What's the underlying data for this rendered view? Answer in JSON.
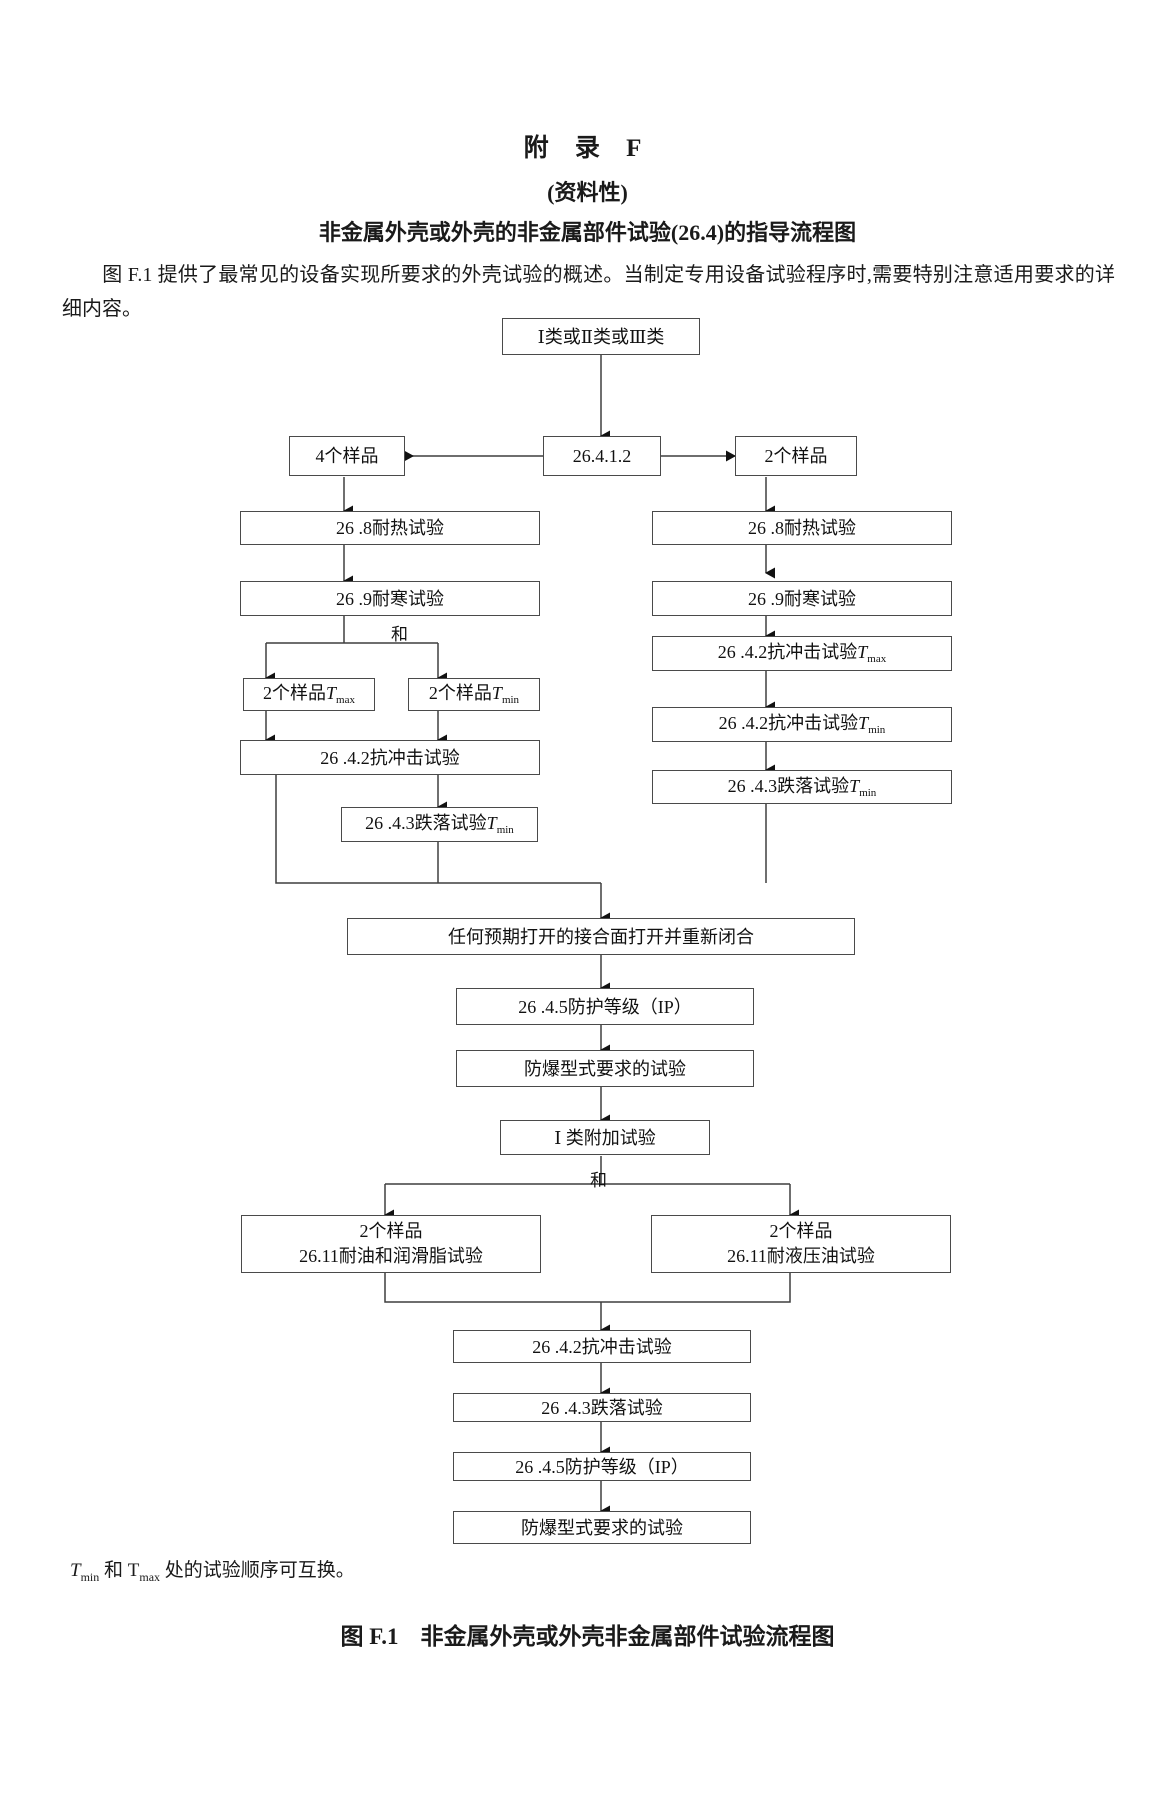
{
  "header": {
    "appendix_title": "附 录 F",
    "appendix_sub": "(资料性)",
    "appendix_heading": "非金属外壳或外壳的非金属部件试验(26.4)的指导流程图"
  },
  "intro": {
    "text": "图 F.1 提供了最常见的设备实现所要求的外壳试验的概述。当制定专用设备试验程序时,需要特别注意适用要求的详细内容。"
  },
  "flow": {
    "nodes": {
      "start": "Ⅰ类或Ⅱ类或Ⅲ类",
      "clause_26412": "26.4.1.2",
      "samples_4": "4个样品",
      "samples_2": "2个样品",
      "left_heat": "26 .8耐热试验",
      "left_cold": "26 .9耐寒试验",
      "left_sample_tmax_pre": "2个样品",
      "left_sample_tmax_sub": "max",
      "left_sample_tmin_pre": "2个样品",
      "left_sample_tmin_sub": "min",
      "left_impact": "26 .4.2抗冲击试验",
      "left_drop_pre": "26 .4.3跌落试验",
      "left_drop_sub": "min",
      "right_heat": "26 .8耐热试验",
      "right_cold": "26 .9耐寒试验",
      "right_impact_max_pre": "26 .4.2抗冲击试验",
      "right_impact_max_sub": "max",
      "right_impact_min_pre": "26 .4.2抗冲击试验",
      "right_impact_min_sub": "min",
      "right_drop_pre": "26 .4.3跌落试验",
      "right_drop_sub": "min",
      "joint_reopen": "任何预期打开的接合面打开并重新闭合",
      "ip_rating": "26 .4.5防护等级（IP）",
      "explosion_test": "防爆型式要求的试验",
      "class1_extra": "Ⅰ 类附加试验",
      "oil_grease_line1": "2个样品",
      "oil_grease_line2": "26.11耐油和润滑脂试验",
      "hydraulic_line1": "2个样品",
      "hydraulic_line2": "26.11耐液压油试验",
      "final_impact": "26 .4.2抗冲击试验",
      "final_drop": "26 .4.3跌落试验",
      "final_ip": "26 .4.5防护等级（IP）",
      "final_explosion": "防爆型式要求的试验"
    },
    "labels": {
      "and_upper": "和",
      "and_lower": "和"
    }
  },
  "footnote": {
    "pre": "T",
    "sub1": "min",
    "mid": " 和 T",
    "sub2": "max",
    "post": " 处的试验顺序可互换。"
  },
  "caption": {
    "label": "图 F.1",
    "text": "非金属外壳或外壳非金属部件试验流程图"
  },
  "colors": {
    "line": "#4a4a4a",
    "text": "#111111",
    "background": "#ffffff"
  }
}
